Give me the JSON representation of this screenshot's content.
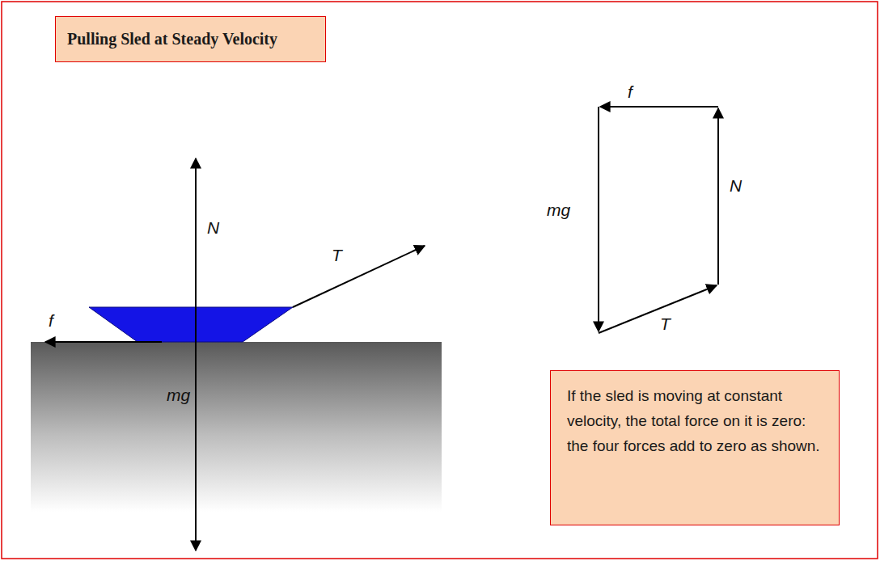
{
  "diagram": {
    "title": "Pulling Sled at Steady Velocity",
    "nodes": [
      {
        "text": [
          "If the sled is moving at constant velocity, the total force on it is zero: the four forces add to zero as shown."
        ]
      }
    ],
    "labels": [
      "N",
      "T",
      "f",
      "mg",
      "f",
      "N",
      "mg",
      "T"
    ]
  }
}
